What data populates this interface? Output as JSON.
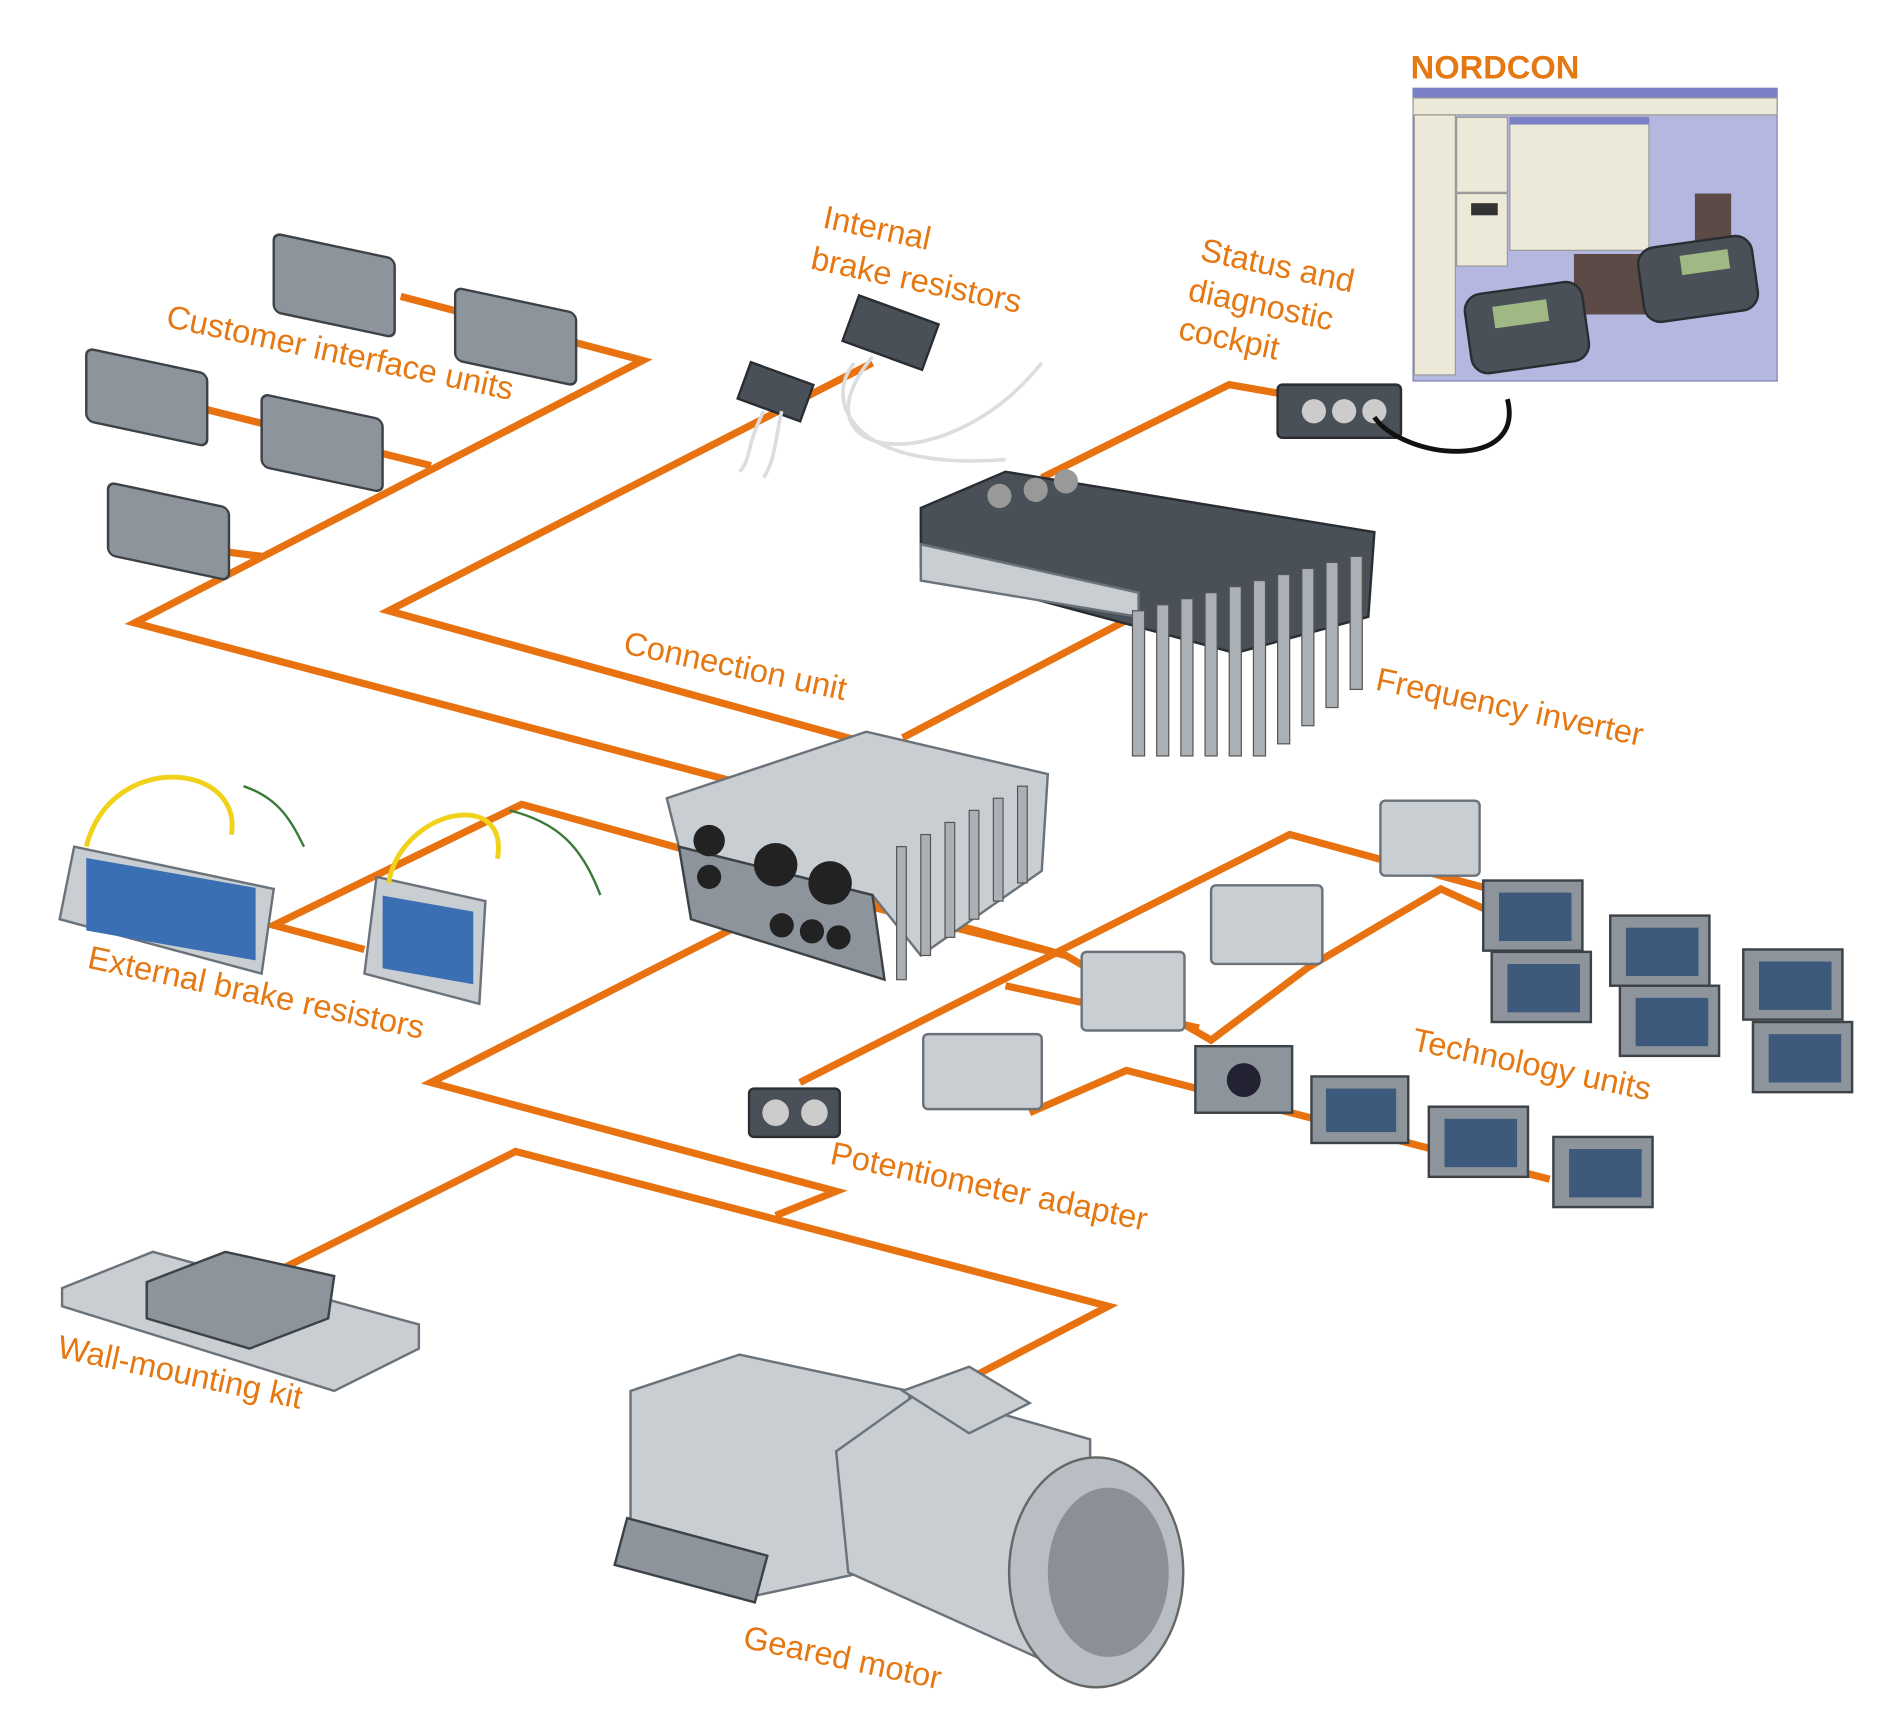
{
  "title": "NORDCON",
  "labels": {
    "customer_interface": "Customer interface units",
    "internal_brake_1": "Internal",
    "internal_brake_2": "brake resistors",
    "status_1": "Status and",
    "status_2": "diagnostic",
    "status_3": "cockpit",
    "connection_unit": "Connection unit",
    "frequency_inverter": "Frequency inverter",
    "external_brake": "External brake resistors",
    "technology_units": "Technology units",
    "potentiometer": "Potentiometer adapter",
    "wall_mounting": "Wall-mounting kit",
    "geared_motor": "Geared motor"
  },
  "colors": {
    "accent": "#e8720f",
    "label": "#e57812"
  }
}
